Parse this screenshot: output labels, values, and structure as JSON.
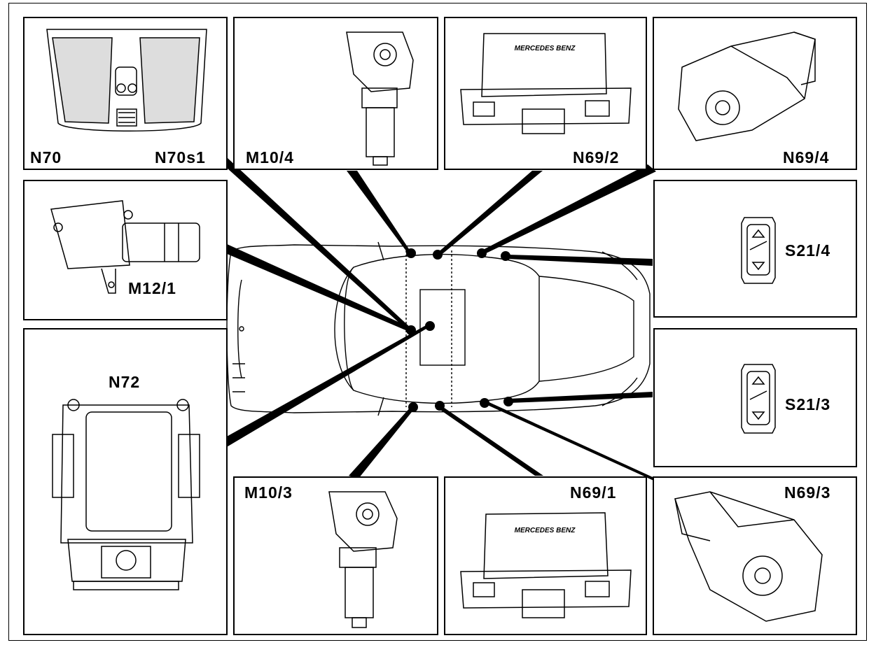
{
  "labels": {
    "n70": "N70",
    "n70s1": "N70s1",
    "m10_4": "M10/4",
    "n69_2": "N69/2",
    "n69_4": "N69/4",
    "m12_1": "M12/1",
    "s21_4": "S21/4",
    "n72": "N72",
    "s21_3": "S21/3",
    "m10_3": "M10/3",
    "n69_1": "N69/1",
    "n69_3": "N69/3"
  },
  "module_brand_upper": "MERCEDES BENZ",
  "module_brand_lower": "MERCEDES BENZ",
  "colors": {
    "ink": "#000000",
    "paper": "#ffffff"
  },
  "icons": [
    "overhead-control-panel-icon",
    "window-motor-icon",
    "control-module-icon",
    "mirror-motor-icon",
    "window-switch-icon",
    "seat-switch-panel-icon",
    "car-top-view-icon"
  ]
}
